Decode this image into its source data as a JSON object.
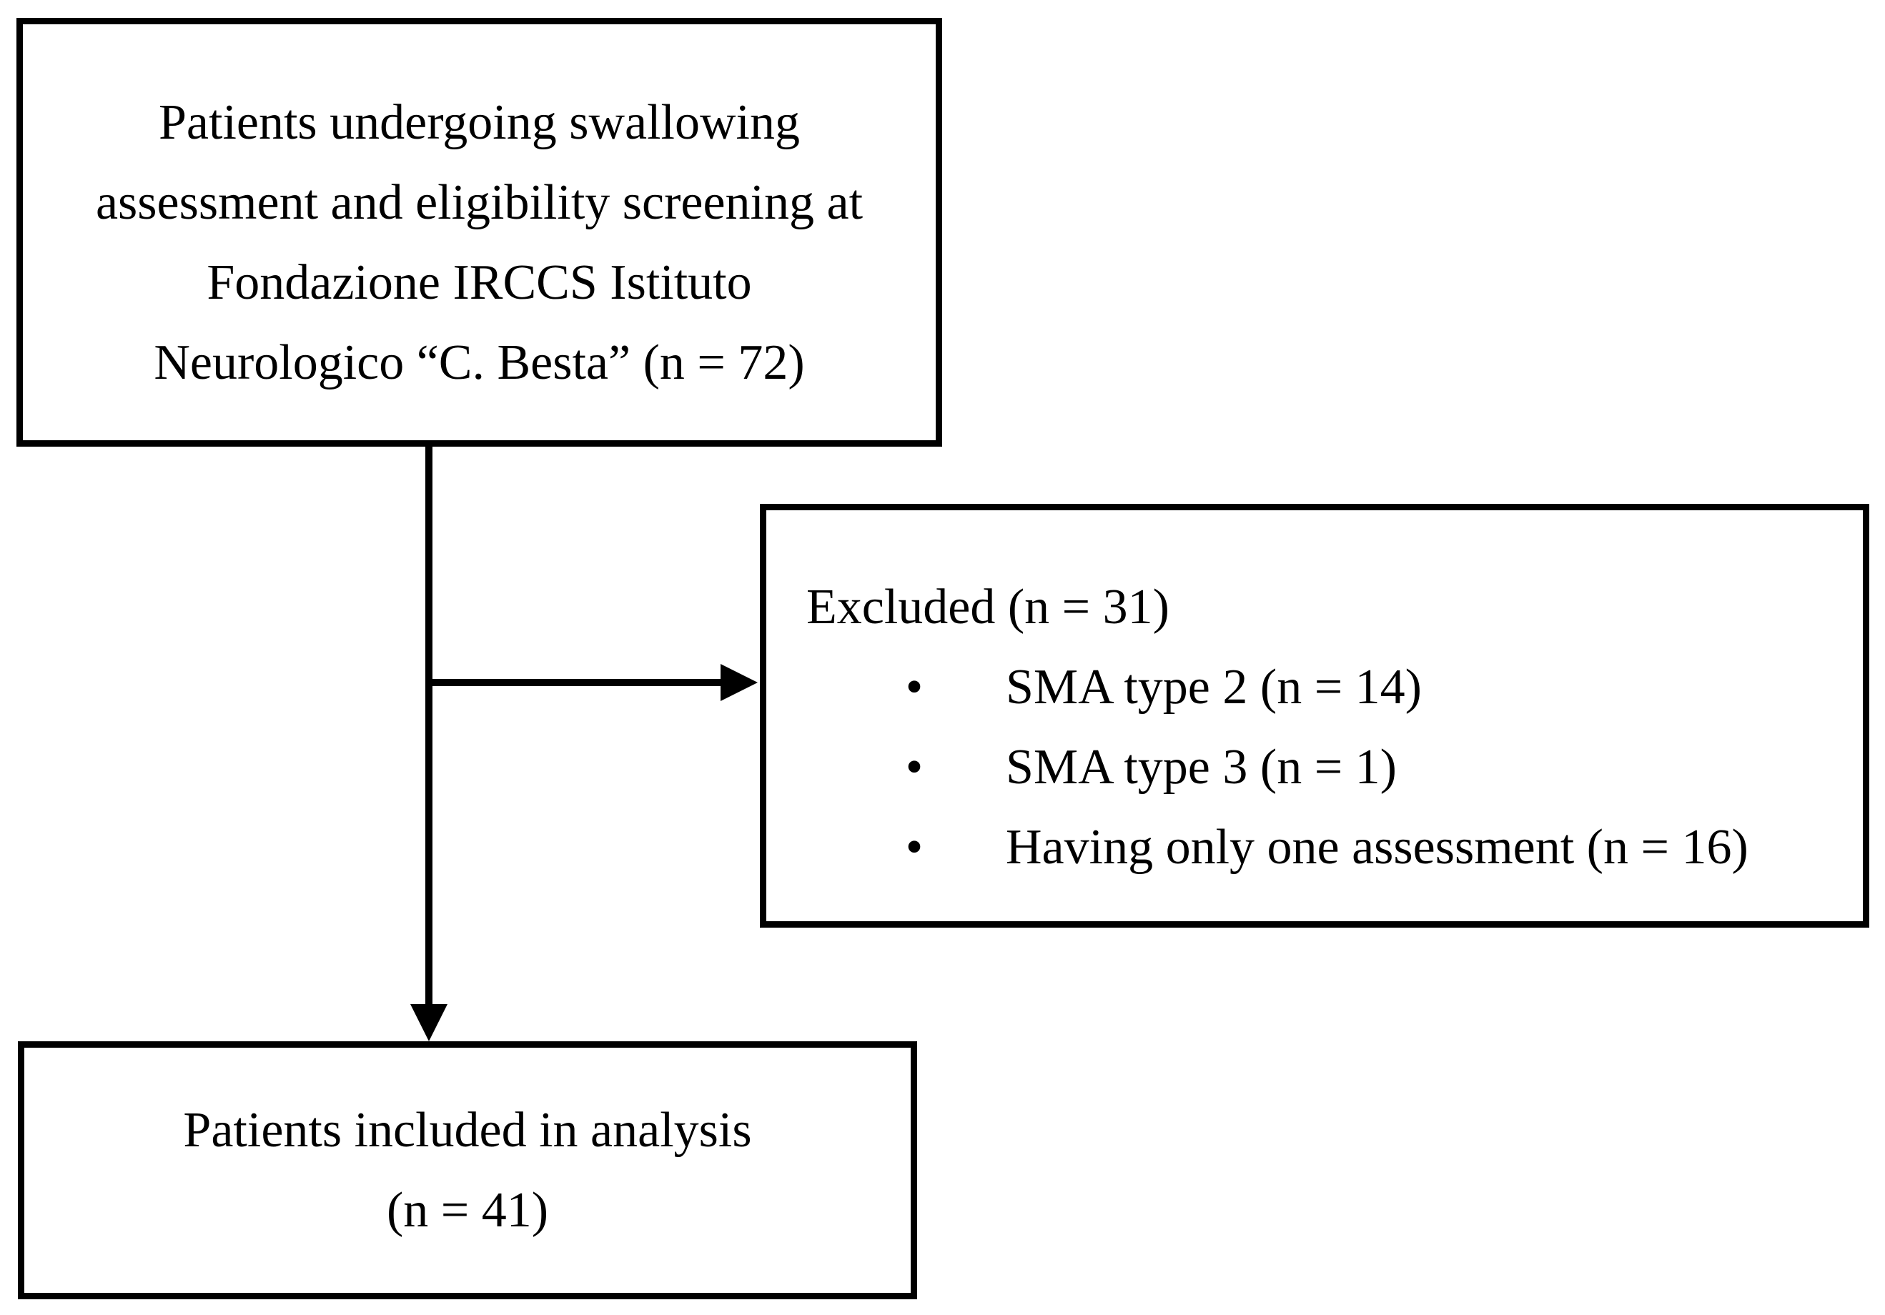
{
  "figure": {
    "type": "flowchart",
    "background_color": "#ffffff",
    "line_color": "#000000",
    "text_color": "#000000"
  },
  "top_box": {
    "lines": [
      "Patients undergoing swallowing",
      "assessment and eligibility screening at",
      "Fondazione IRCCS Istituto",
      "Neurologico “C. Besta” (n = 72)"
    ]
  },
  "excluded_box": {
    "heading": "Excluded (n = 31)",
    "items": [
      "SMA type 2 (n = 14)",
      "SMA type 3 (n = 1)",
      "Having only one assessment (n = 16)"
    ]
  },
  "included_box": {
    "lines": [
      "Patients included in analysis",
      "(n = 41)"
    ]
  },
  "counts": {
    "screened": 72,
    "excluded": 31,
    "sma_type_2": 14,
    "sma_type_3": 1,
    "single_assessment": 16,
    "included": 41
  },
  "icons": {
    "bullet": "•"
  }
}
